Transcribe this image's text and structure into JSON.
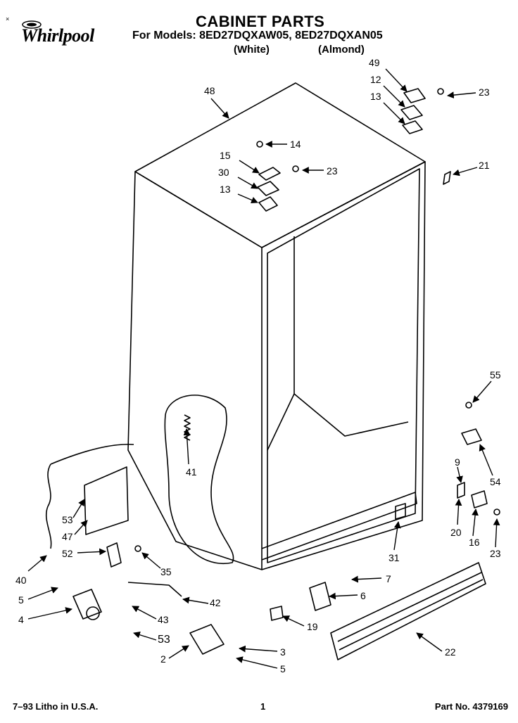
{
  "header": {
    "corner_mark": "×",
    "brand": "Whirlpool",
    "title": "CABINET PARTS",
    "models_line": "For Models: 8ED27DQXAW05, 8ED27DQXAN05",
    "variant_white": "(White)",
    "variant_almond": "(Almond)"
  },
  "callouts": [
    {
      "id": "c48",
      "label": "48"
    },
    {
      "id": "c49",
      "label": "49"
    },
    {
      "id": "c12",
      "label": "12"
    },
    {
      "id": "c13a",
      "label": "13"
    },
    {
      "id": "c23a",
      "label": "23"
    },
    {
      "id": "c14",
      "label": "14"
    },
    {
      "id": "c15",
      "label": "15"
    },
    {
      "id": "c30",
      "label": "30"
    },
    {
      "id": "c13b",
      "label": "13"
    },
    {
      "id": "c23b",
      "label": "23"
    },
    {
      "id": "c21",
      "label": "21"
    },
    {
      "id": "c55",
      "label": "55"
    },
    {
      "id": "c54",
      "label": "54"
    },
    {
      "id": "c9",
      "label": "9"
    },
    {
      "id": "c20",
      "label": "20"
    },
    {
      "id": "c16",
      "label": "16"
    },
    {
      "id": "c23c",
      "label": "23"
    },
    {
      "id": "c41",
      "label": "41"
    },
    {
      "id": "c53a",
      "label": "53"
    },
    {
      "id": "c47",
      "label": "47"
    },
    {
      "id": "c52",
      "label": "52"
    },
    {
      "id": "c40",
      "label": "40"
    },
    {
      "id": "c35",
      "label": "35"
    },
    {
      "id": "c31",
      "label": "31"
    },
    {
      "id": "c7",
      "label": "7"
    },
    {
      "id": "c6",
      "label": "6"
    },
    {
      "id": "c5a",
      "label": "5"
    },
    {
      "id": "c4",
      "label": "4"
    },
    {
      "id": "c42",
      "label": "42"
    },
    {
      "id": "c43",
      "label": "43"
    },
    {
      "id": "c19",
      "label": "19"
    },
    {
      "id": "c53b",
      "label": "53"
    },
    {
      "id": "c22",
      "label": "22"
    },
    {
      "id": "c3",
      "label": "3"
    },
    {
      "id": "c2",
      "label": "2"
    },
    {
      "id": "c5b",
      "label": "5"
    }
  ],
  "footer": {
    "litho": "7–93 Litho in U.S.A.",
    "page": "1",
    "part_no": "Part No. 4379169"
  }
}
